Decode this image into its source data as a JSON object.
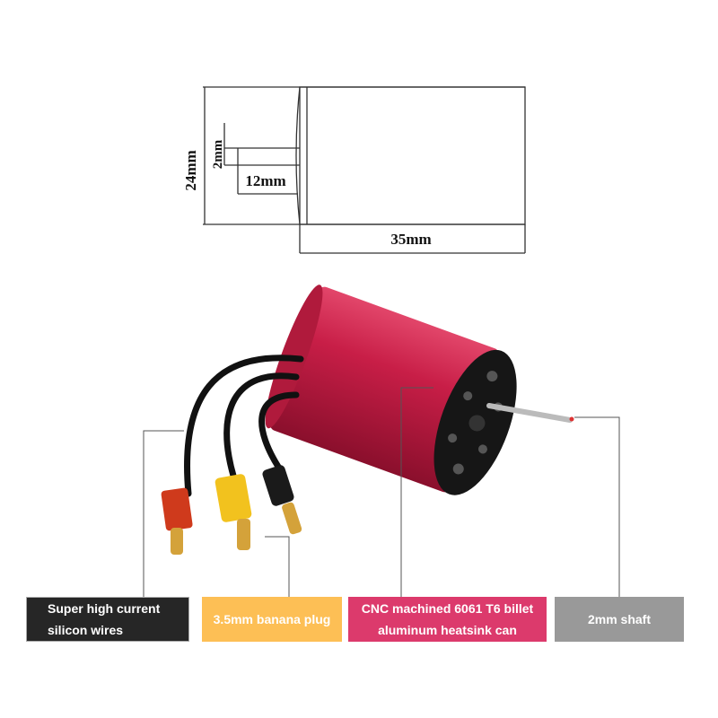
{
  "dimensions": {
    "diameter": "24mm",
    "shaft_diameter": "2mm",
    "shaft_length": "12mm",
    "body_length": "35mm"
  },
  "features": [
    {
      "line1": "Super high current",
      "line2": "silicon wires",
      "color": "#262626"
    },
    {
      "line1": "3.5mm banana plug",
      "color": "#fdbf55"
    },
    {
      "line1": "CNC machined 6061 T6 billet",
      "line2": "aluminum heatsink can",
      "color": "#dc3a6c"
    },
    {
      "line1": "2mm shaft",
      "color": "#999999"
    }
  ]
}
